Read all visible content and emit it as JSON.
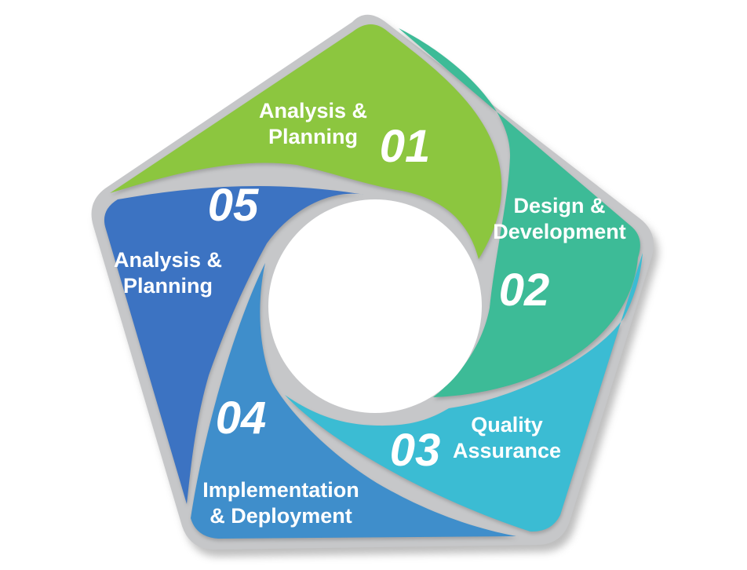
{
  "diagram": {
    "type": "pentagon-swirl-process-cycle",
    "step_count": 5
  },
  "colors": {
    "base_gray": "#C6C7C9",
    "hole_fill": "#FFFFFF",
    "text": "#FFFFFF"
  },
  "segments": [
    {
      "number": "01",
      "label_line1": "Analysis &",
      "label_line2": "Planning",
      "color": "#8CC63F"
    },
    {
      "number": "02",
      "label_line1": "Design &",
      "label_line2": "Development",
      "color": "#3DBB97"
    },
    {
      "number": "03",
      "label_line1": "Quality",
      "label_line2": "Assurance",
      "color": "#3BBCD3"
    },
    {
      "number": "04",
      "label_line1": "Implementation",
      "label_line2": "& Deployment",
      "color": "#3F8ECB"
    },
    {
      "number": "05",
      "label_line1": "Analysis &",
      "label_line2": "Planning",
      "color": "#3C73C2"
    }
  ]
}
